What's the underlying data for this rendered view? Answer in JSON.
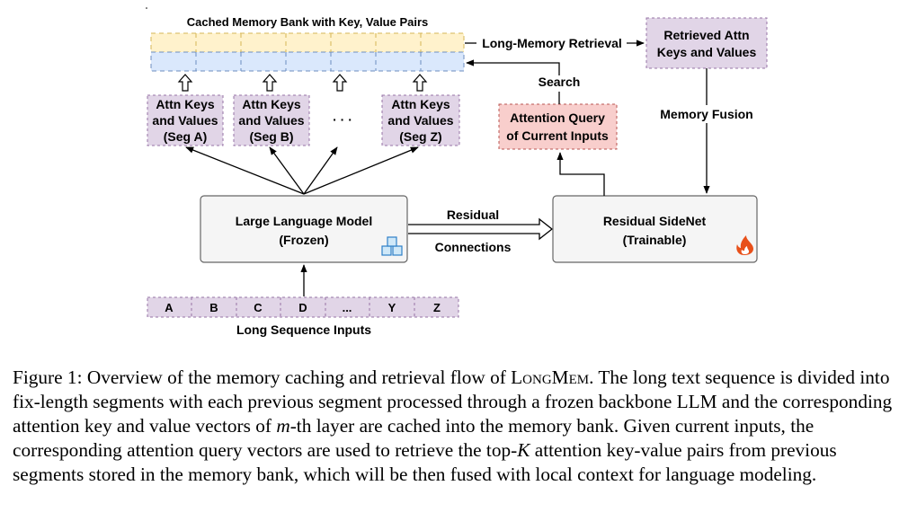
{
  "memory_bank": {
    "title": "Cached Memory Bank with Key, Value Pairs"
  },
  "segments": [
    {
      "line1": "Attn Keys",
      "line2": "and Values",
      "line3": "(Seg A)"
    },
    {
      "line1": "Attn Keys",
      "line2": "and Values",
      "line3": "(Seg B)"
    },
    {
      "line1": "Attn Keys",
      "line2": "and Values",
      "line3": "(Seg Z)"
    }
  ],
  "segment_ellipsis": "· · ·",
  "long_memory_retrieval": "Long-Memory Retrieval",
  "retrieved": {
    "line1": "Retrieved Attn",
    "line2": "Keys and Values"
  },
  "search": "Search",
  "attention_query": {
    "line1": "Attention Query",
    "line2": "of Current Inputs"
  },
  "memory_fusion": "Memory Fusion",
  "llm": {
    "line1": "Large Language Model",
    "line2": "(Frozen)"
  },
  "residual": {
    "line1": "Residual",
    "line2": "Connections"
  },
  "sidenet": {
    "line1": "Residual SideNet",
    "line2": "(Trainable)"
  },
  "inputs": {
    "tokens": [
      "A",
      "B",
      "C",
      "D",
      "...",
      "Y",
      "Z"
    ],
    "label": "Long Sequence Inputs"
  },
  "caption": {
    "label": "Figure 1:",
    "s1": "Overview of the memory caching and retrieval flow of",
    "name": "LongMem",
    "s2": ". The long text sequence is divided into fix-length segments with each previous segment processed through a frozen backbone LLM and the corresponding attention key and value vectors of",
    "m": "m",
    "s3": "-th layer are cached into the memory bank. Given current inputs, the corresponding attention query vectors are used to retrieve the top-",
    "k": "K",
    "s4": "attention key-value pairs from previous segments stored in the memory bank, which will be then fused with local context for language modeling."
  },
  "colors": {
    "key_row": "#fff2cc",
    "key_border": "#d6b656",
    "value_row": "#dae8fc",
    "value_border": "#6c8ebf",
    "segment_fill": "#e1d5e7",
    "segment_border": "#9673a6",
    "query_fill": "#f8cecc",
    "query_border": "#b85450",
    "box_fill": "#f5f5f5",
    "box_border": "#666666"
  },
  "icons": [
    "cube-icon",
    "fire-icon"
  ]
}
